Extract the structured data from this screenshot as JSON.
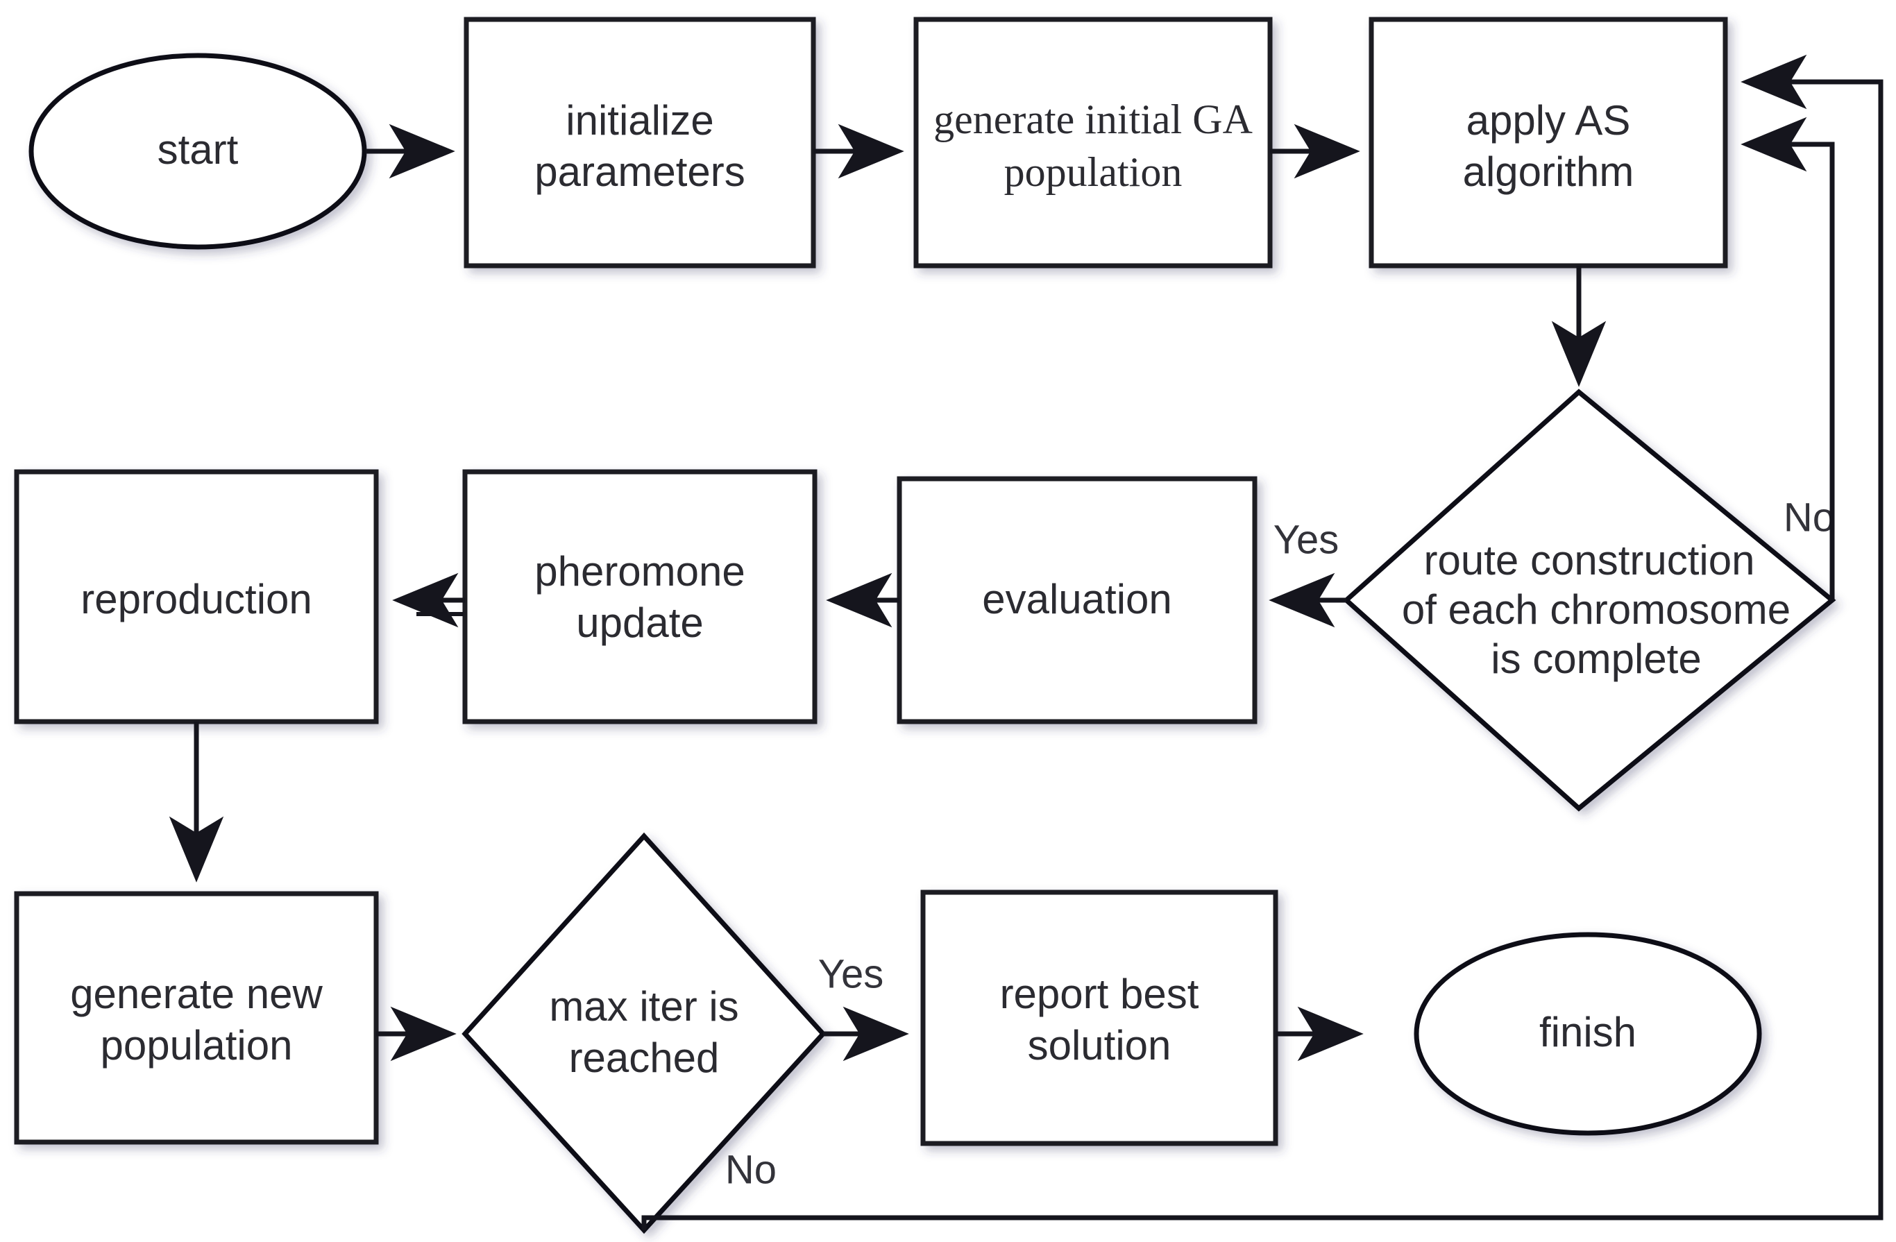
{
  "diagram": {
    "title": "GA-AS hybrid algorithm flowchart",
    "colors": {
      "stroke": "#15151d",
      "fill": "#ffffff",
      "text": "#2b2b31"
    },
    "nodes": {
      "start": {
        "label": "start",
        "shape": "ellipse"
      },
      "initialize_parameters": {
        "line1": "initialize",
        "line2": "parameters",
        "shape": "rect"
      },
      "generate_initial_population": {
        "line1": "generate initial GA",
        "line2": "population",
        "shape": "rect"
      },
      "apply_as": {
        "line1": "apply AS",
        "line2": "algorithm",
        "shape": "rect"
      },
      "route_decision": {
        "line1": "route construction",
        "line2": "of each chromosome",
        "line3": "is complete",
        "shape": "diamond"
      },
      "evaluation": {
        "label": "evaluation",
        "shape": "rect"
      },
      "pheromone_update": {
        "line1": "pheromone",
        "line2": "update",
        "shape": "rect"
      },
      "reproduction": {
        "label": "reproduction",
        "shape": "rect"
      },
      "generate_new_population": {
        "line1": "generate new",
        "line2": "population",
        "shape": "rect"
      },
      "max_iter_decision": {
        "line1": "max iter is",
        "line2": "reached",
        "shape": "diamond"
      },
      "report_best_solution": {
        "line1": "report best",
        "line2": "solution",
        "shape": "rect"
      },
      "finish": {
        "label": "finish",
        "shape": "ellipse"
      }
    },
    "edge_labels": {
      "route_yes": "Yes",
      "route_no": "No",
      "maxiter_yes": "Yes",
      "maxiter_no": "No"
    }
  }
}
